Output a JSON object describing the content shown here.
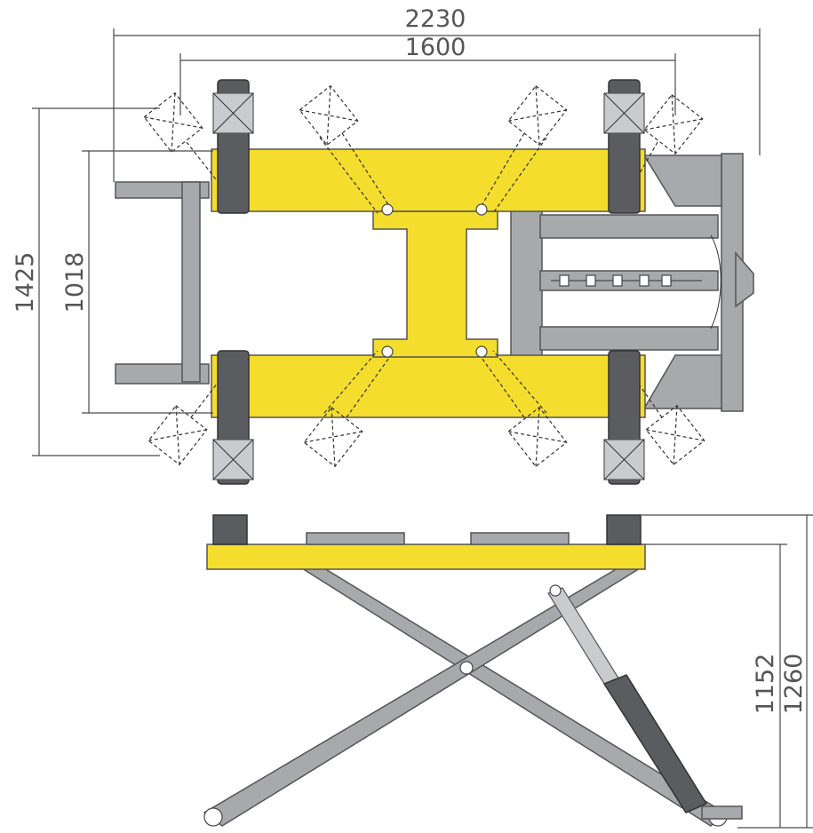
{
  "dimensions": {
    "overall_length": "2230",
    "platform_length": "1600",
    "overall_width": "1425",
    "inner_width": "1018",
    "lift_height_max": "1260",
    "lift_height_platform": "1152"
  },
  "colors": {
    "platform": "#f4dd2c",
    "frame": "#a7a9ad",
    "pad": "#5a5c60"
  }
}
